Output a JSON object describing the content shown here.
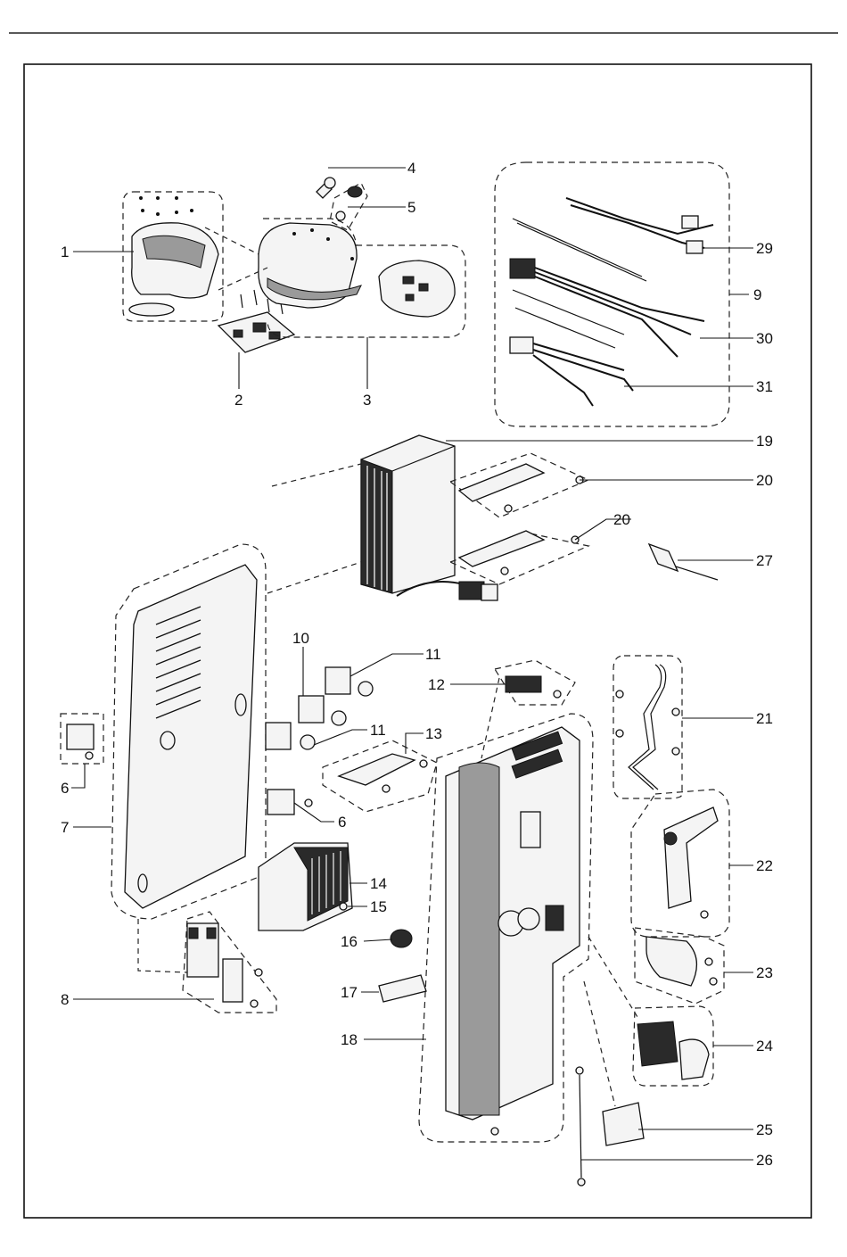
{
  "callouts": [
    {
      "id": "1",
      "text": "1"
    },
    {
      "id": "2",
      "text": "2"
    },
    {
      "id": "3",
      "text": "3"
    },
    {
      "id": "4",
      "text": "4"
    },
    {
      "id": "5",
      "text": "5"
    },
    {
      "id": "6a",
      "text": "6"
    },
    {
      "id": "6b",
      "text": "6"
    },
    {
      "id": "7",
      "text": "7"
    },
    {
      "id": "8",
      "text": "8"
    },
    {
      "id": "9",
      "text": "9"
    },
    {
      "id": "10",
      "text": "10"
    },
    {
      "id": "11a",
      "text": "11"
    },
    {
      "id": "11b",
      "text": "11"
    },
    {
      "id": "12",
      "text": "12"
    },
    {
      "id": "13",
      "text": "13"
    },
    {
      "id": "14",
      "text": "14"
    },
    {
      "id": "15",
      "text": "15"
    },
    {
      "id": "16",
      "text": "16"
    },
    {
      "id": "17",
      "text": "17"
    },
    {
      "id": "18",
      "text": "18"
    },
    {
      "id": "19",
      "text": "19"
    },
    {
      "id": "20a",
      "text": "20"
    },
    {
      "id": "20b",
      "text": "20"
    },
    {
      "id": "21",
      "text": "21"
    },
    {
      "id": "22",
      "text": "22"
    },
    {
      "id": "23",
      "text": "23"
    },
    {
      "id": "24",
      "text": "24"
    },
    {
      "id": "25",
      "text": "25"
    },
    {
      "id": "26",
      "text": "26"
    },
    {
      "id": "27",
      "text": "27"
    },
    {
      "id": "29",
      "text": "29"
    },
    {
      "id": "30",
      "text": "30"
    },
    {
      "id": "31",
      "text": "31"
    }
  ]
}
